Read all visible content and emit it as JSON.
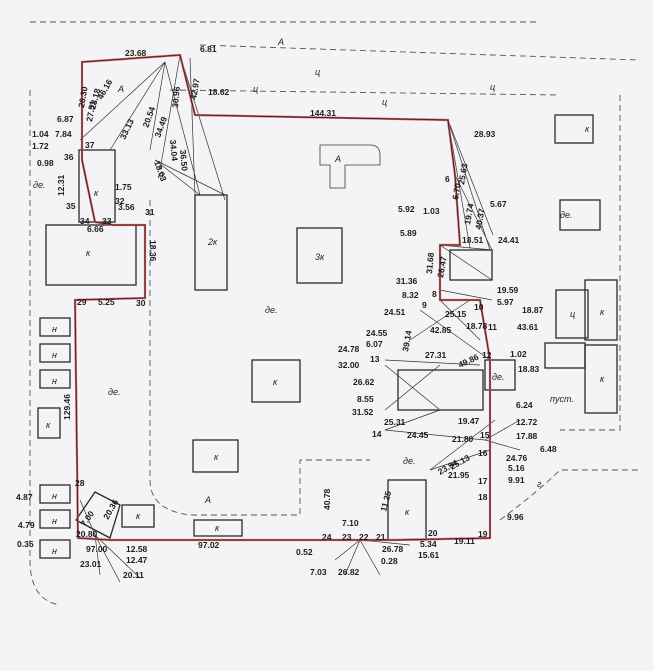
{
  "colors": {
    "boundary": "#d45a5a",
    "ink": "#222222",
    "paper": "#f4f4f6"
  },
  "parcel": {
    "dims": {
      "top_main": "144.31",
      "top_left": "23.68",
      "top_right_short": "6.81",
      "right_upper": "28.93",
      "left_mid": "129.46",
      "bottom_main": "97.02",
      "bottom_right": "19.11",
      "bottom_a": "97.00",
      "bottom_b": "23.01",
      "left_low": "5.25",
      "left_18": "18.36",
      "dim_40_78": "40.78",
      "dim_11_25": "11.25",
      "dim_9_96": "9.96",
      "dim_15_61": "15.61"
    },
    "point_numbers": [
      "6",
      "8",
      "9",
      "10",
      "11",
      "12",
      "13",
      "14",
      "15",
      "16",
      "17",
      "18",
      "19",
      "20",
      "21",
      "22",
      "23",
      "24",
      "28",
      "29",
      "30",
      "31",
      "32",
      "33",
      "34",
      "35",
      "36",
      "37"
    ],
    "ray_values_nw": [
      "26.30",
      "46.16",
      "28.18",
      "27.51",
      "33.13",
      "20.54",
      "34.49",
      "30.96",
      "42.97",
      "18.62",
      "36.50",
      "34.04",
      "18.03",
      "6.87",
      "1.04",
      "7.84",
      "1.72",
      "0.98",
      "12.31",
      "1.75",
      "3.56",
      "6.66"
    ],
    "ray_values_e": [
      "5.92",
      "1.03",
      "5.89",
      "31.36",
      "8.32",
      "24.51",
      "26.47",
      "31.68",
      "19.74",
      "40.37",
      "5.67",
      "24.41",
      "18.51",
      "6.70",
      "25.63",
      "19.59",
      "5.97",
      "18.87",
      "43.61",
      "25.15",
      "42.85",
      "18.78",
      "39.14",
      "24.55",
      "6.07",
      "24.78",
      "32.00",
      "26.62",
      "8.55",
      "31.52",
      "27.31",
      "49.86",
      "1.02",
      "18.83",
      "19.47",
      "25.31",
      "24.45",
      "21.80",
      "6.24",
      "12.72",
      "17.88",
      "6.48",
      "24.76",
      "5.16",
      "9.91",
      "23.94",
      "25.13",
      "21.95"
    ],
    "ray_values_sw": [
      "4.87",
      "4.79",
      "0.35",
      "7.00",
      "20.36",
      "20.80",
      "12.58",
      "12.47",
      "20.11"
    ],
    "ray_values_s": [
      "7.10",
      "0.52",
      "7.03",
      "26.82",
      "26.78",
      "0.28",
      "5.34",
      "15.61"
    ]
  },
  "labels": {
    "A": "А",
    "ts": "ц",
    "de": "де.",
    "k": "к",
    "k2": "2к",
    "k3": "3к",
    "n": "н",
    "pust": "пуст.",
    "g": "г"
  }
}
